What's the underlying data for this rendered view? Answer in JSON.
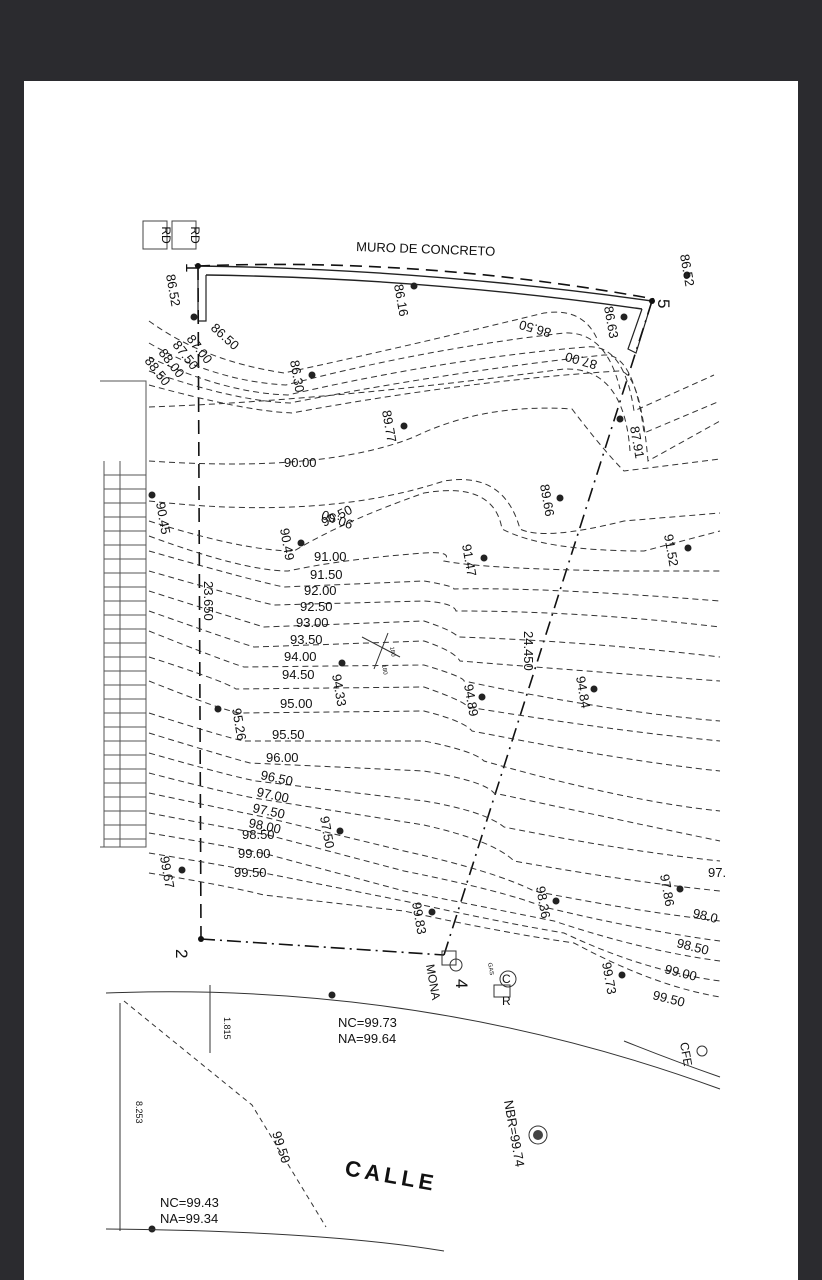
{
  "tags": [
    "RD",
    "RD"
  ],
  "wall_label": "MURO DE CONCRETO",
  "vertices": [
    "1",
    "2",
    "4",
    "5"
  ],
  "side_lengths": [
    "23.650",
    "24.450"
  ],
  "contour_labels": [
    "86.50",
    "87.00",
    "87.50",
    "88.00",
    "88.50",
    "90.00",
    "90.50",
    "91.00",
    "91.50",
    "92.00",
    "92.50",
    "93.00",
    "93.50",
    "94.00",
    "94.50",
    "95.00",
    "95.50",
    "96.00",
    "96.50",
    "97.00",
    "97.50",
    "98.00",
    "98.50",
    "99.00",
    "99.50",
    "86.50",
    "87.00",
    "90.50",
    "97.",
    "98.0",
    "98.50",
    "99.00",
    "99.50",
    "99.50"
  ],
  "spot_elevations": [
    "86.52",
    "86.16",
    "86.63",
    "86.52",
    "86.30",
    "89.77",
    "87.91",
    "90.45",
    "90.49",
    "89.66",
    "91.47",
    "91.52",
    "94.33",
    "94.89",
    "94.84",
    "95.26",
    "97.50",
    "99.67",
    "99.83",
    "98.36",
    "97.86",
    "99.73"
  ],
  "street": {
    "label": "CALLE",
    "nc_top": "NC=99.73",
    "na_top": "NA=99.64",
    "nc_bottom": "NC=99.43",
    "na_bottom": "NA=99.34",
    "dim_short": "1.815",
    "dim_long": "8.253",
    "nbr": "NBR=99.74"
  },
  "utilities": [
    "MONA",
    "GAS",
    "C",
    "R",
    "CFE"
  ],
  "bench_mark": [
    "180",
    "180"
  ]
}
